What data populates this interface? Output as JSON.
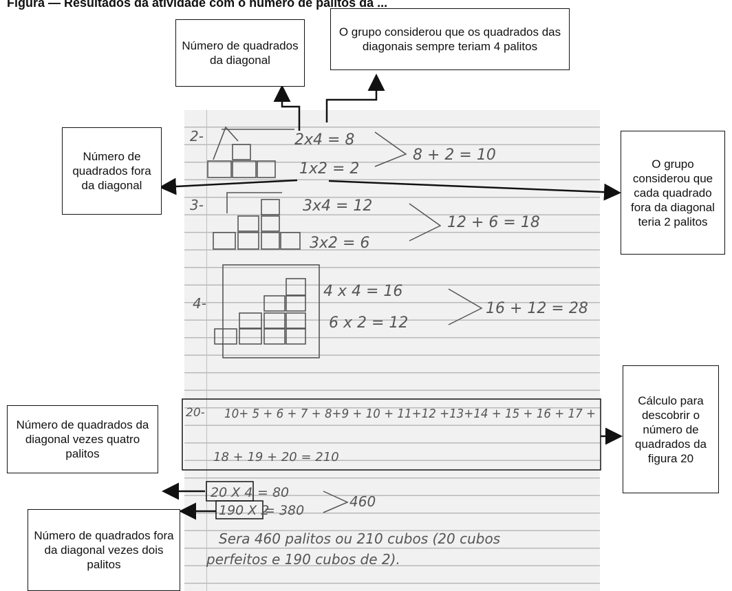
{
  "title": "Figura — Resultados da atividade com o número de palitos da ... ",
  "annotations": {
    "diag_count": "Número de quadrados da diagonal",
    "diag_four": "O grupo considerou que os quadrados das diagonais sempre teriam 4 palitos",
    "outside_count": "Número de quadrados fora da diagonal",
    "outside_two": "O grupo considerou que cada quadrado fora da diagonal teria 2 palitos",
    "calc_20": "Cálculo para descobrir o número de quadrados da figura 20",
    "diag_times_four": "Número de quadrados da diagonal vezes quatro palitos",
    "outside_times_two": "Número de quadrados fora da diagonal vezes dois palitos"
  },
  "handwriting": {
    "f2_label": "2-",
    "f2_diag": "2x4 = 8",
    "f2_out": "1x2 = 2",
    "f2_sum": "8 + 2 = 10",
    "f3_label": "3-",
    "f3_diag": "3x4 = 12",
    "f3_out": "3x2 = 6",
    "f3_sum": "12 + 6 = 18",
    "f4_label": "4-",
    "f4_diag": "4 x 4 = 16",
    "f4_out": "6 x 2 = 12",
    "f4_sum": "16 + 12 = 28",
    "f20_label": "20-",
    "f20_line1": "10+ 5 + 6 + 7 + 8+9 + 10 + 11+12 +13+14 + 15 + 16 + 17 +",
    "f20_line2": "18 + 19 + 20 = 210",
    "f20_diag": "20 X 4",
    "f20_diag_res": "= 80",
    "f20_out": "190 X 2",
    "f20_out_res": "= 380",
    "f20_total": "460",
    "conclusion1": "Sera 460 palitos ou 210 cubos (20 cubos",
    "conclusion2": "perfeitos e 190 cubos de 2)."
  }
}
